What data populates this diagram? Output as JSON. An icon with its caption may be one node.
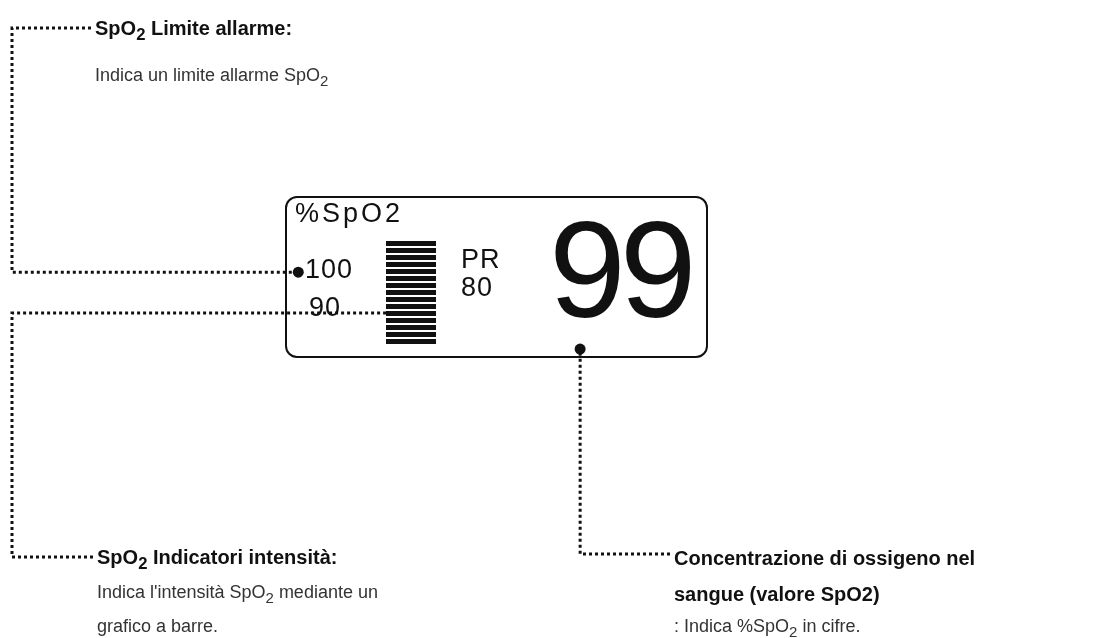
{
  "diagram": {
    "nodes": [
      {
        "text": [
          "SpO$_{2}$ Limite allarme:",
          "Indica un limite allarme SpO$_{2}$"
        ]
      },
      {
        "text": [
          "%SpO2"
        ]
      },
      {
        "text": [
          "100"
        ],
        "in": 1
      },
      {
        "text": [],
        "shape": "bar",
        "in": 1
      },
      {
        "text": [
          "99"
        ],
        "in": 1
      },
      {
        "text": [
          "SpO$_{2}$ Indicatori intensità:",
          "Indica l'intensità SpO$_{2}$ mediante un grafico a barre."
        ]
      },
      {
        "text": [
          "Concentrazione di ossigeno nel sangue (valore SpO2)",
          ": Indica %SpO$_{2}$ in cifre."
        ]
      }
    ],
    "edges": [
      {
        "from": 0,
        "to": 2,
        "arrow": "other"
      },
      {
        "from": 5,
        "to": 3,
        "arrow": "other"
      },
      {
        "from": 6,
        "to": 4,
        "arrow": "other"
      }
    ],
    "labels": [
      "90",
      "PR",
      "80"
    ]
  }
}
